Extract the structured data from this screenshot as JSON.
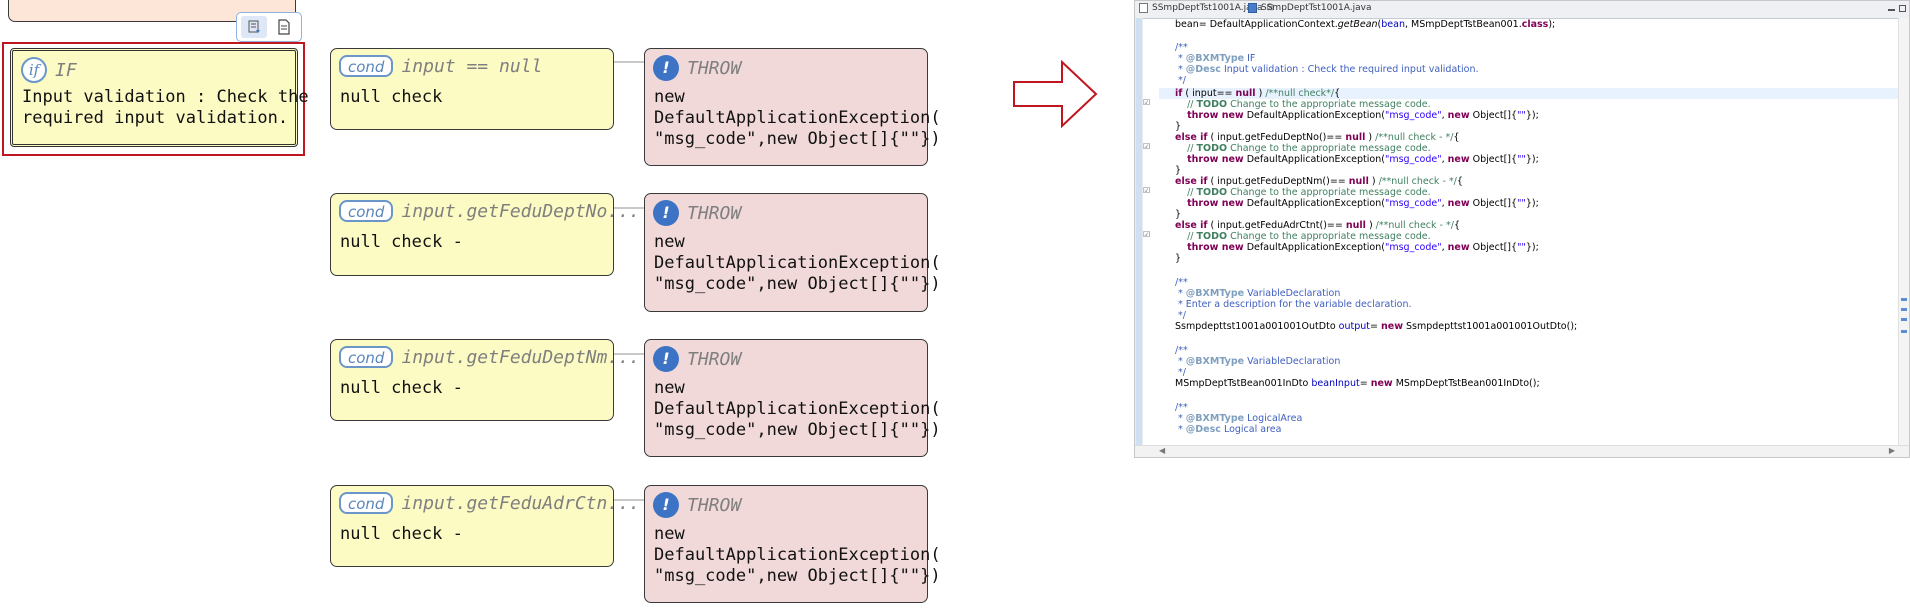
{
  "diagram": {
    "top_toolbar": {
      "btn1_icon": "collapse-icon",
      "btn2_icon": "document-icon"
    },
    "if_block": {
      "type_label": "IF",
      "icon_label": "if",
      "body": "Input validation : Check the\nrequired input validation."
    },
    "cond_blocks": [
      {
        "badge": "cond",
        "condition": "input == null",
        "body": "null check"
      },
      {
        "badge": "cond",
        "condition": "input.getFeduDeptNo...",
        "body": "null check -"
      },
      {
        "badge": "cond",
        "condition": "input.getFeduDeptNm...",
        "body": "null check -"
      },
      {
        "badge": "cond",
        "condition": "input.getFeduAdrCtn...",
        "body": "null check -"
      }
    ],
    "throw_blocks": [
      {
        "icon": "!",
        "type_label": "THROW",
        "body": "new\nDefaultApplicationException(\n\"msg_code\",new Object[]{\"\"})"
      },
      {
        "icon": "!",
        "type_label": "THROW",
        "body": "new\nDefaultApplicationException(\n\"msg_code\",new Object[]{\"\"})"
      },
      {
        "icon": "!",
        "type_label": "THROW",
        "body": "new\nDefaultApplicationException(\n\"msg_code\",new Object[]{\"\"})"
      },
      {
        "icon": "!",
        "type_label": "THROW",
        "body": "new\nDefaultApplicationException(\n\"msg_code\",new Object[]{\"\"})"
      }
    ]
  },
  "editor": {
    "tabs": [
      {
        "label": "SSmpDeptTst1001A.java",
        "close": "⊠"
      },
      {
        "label": "SSmpDeptTst1001A.java"
      }
    ]
  },
  "colors": {
    "highlight_border": "#c0161f",
    "arrow": "#c0161f",
    "cond_bg": "#fdfbc4",
    "throw_bg": "#f1d9d9",
    "accent": "#3d73c4"
  }
}
